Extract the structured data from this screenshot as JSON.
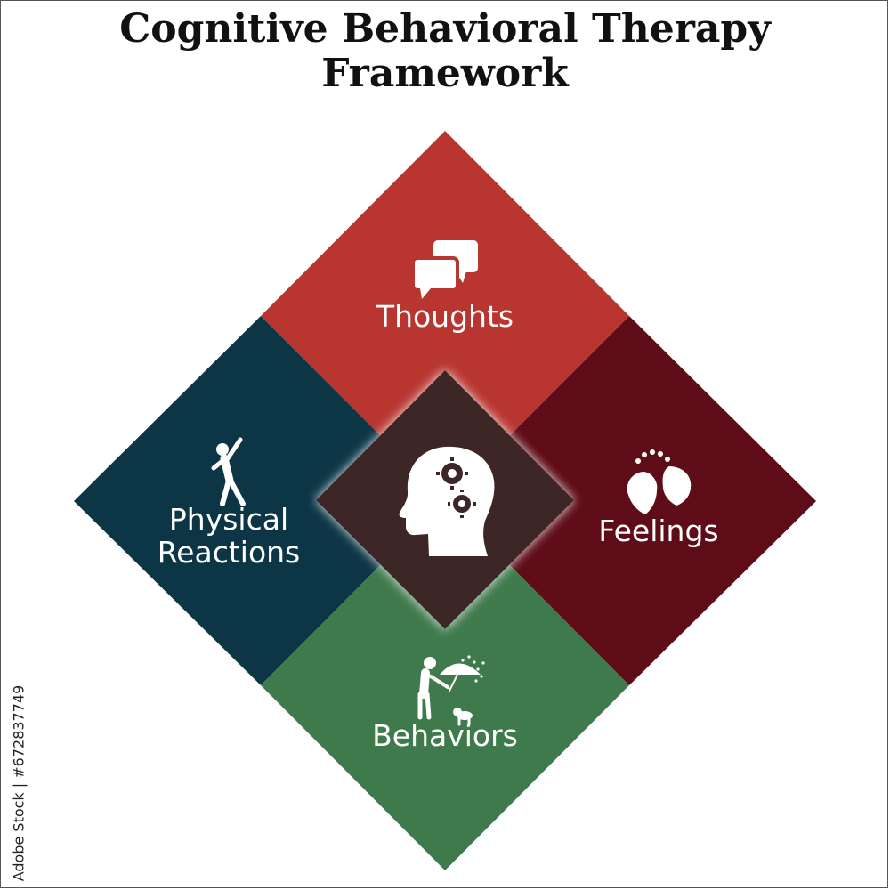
{
  "title": {
    "line1": "Cognitive Behavioral Therapy",
    "line2": "Framework"
  },
  "center": {
    "icon": "head-gears-icon",
    "color": "#3d2628"
  },
  "quadrants": {
    "thoughts": {
      "label": "Thoughts",
      "icon": "speech-bubbles-icon",
      "color": "#b83530"
    },
    "feelings": {
      "label": "Feelings",
      "icon": "two-faces-icon",
      "color": "#5e0c17"
    },
    "behaviors": {
      "label": "Behaviors",
      "icon": "person-umbrella-dog-icon",
      "color": "#3e7a4c"
    },
    "physical_reactions": {
      "line1": "Physical",
      "line2": "Reactions",
      "icon": "person-reaching-icon",
      "color": "#0c3546"
    }
  },
  "watermark": "Adobe Stock | #672837749"
}
